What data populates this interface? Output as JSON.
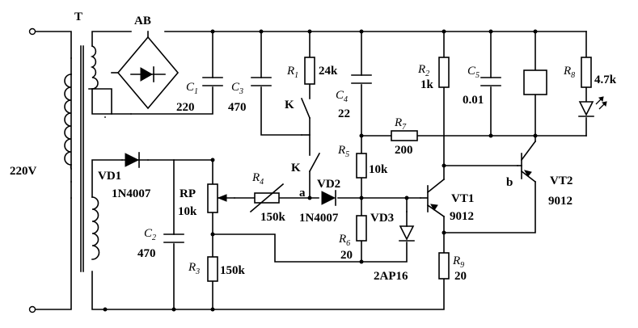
{
  "input_voltage": "220V",
  "transformer": "T",
  "bridge": "AB",
  "components": {
    "C1": {
      "sym": "C",
      "sub": "1",
      "value": "220"
    },
    "C2": {
      "sym": "C",
      "sub": "2",
      "value": "470"
    },
    "C3": {
      "sym": "C",
      "sub": "3",
      "value": "470"
    },
    "C4": {
      "sym": "C",
      "sub": "4",
      "value": "22"
    },
    "C5": {
      "sym": "C",
      "sub": "5",
      "value": "0.01"
    },
    "R1": {
      "sym": "R",
      "sub": "1",
      "value": "24k"
    },
    "R2": {
      "sym": "R",
      "sub": "2",
      "value": "1k"
    },
    "R3": {
      "sym": "R",
      "sub": "3",
      "value": "150k"
    },
    "R4": {
      "sym": "R",
      "sub": "4",
      "value": "150k"
    },
    "R5": {
      "sym": "R",
      "sub": "5",
      "value": "10k"
    },
    "R6": {
      "sym": "R",
      "sub": "6",
      "value": "20"
    },
    "R7": {
      "sym": "R",
      "sub": "7",
      "value": "200"
    },
    "R8": {
      "sym": "R",
      "sub": "8",
      "value": "4.7k"
    },
    "R9": {
      "sym": "R",
      "sub": "9",
      "value": "20"
    },
    "RP": {
      "name": "RP",
      "value": "10k"
    },
    "VD1": {
      "name": "VD1",
      "part": "1N4007"
    },
    "VD2": {
      "name": "VD2",
      "part": "1N4007"
    },
    "VD3": {
      "name": "VD3",
      "part": "2AP16"
    },
    "VT1": {
      "name": "VT1",
      "part": "9012"
    },
    "VT2": {
      "name": "VT2",
      "part": "9012"
    },
    "relay": "K",
    "led": "LED"
  },
  "contacts": {
    "k_upper": "K",
    "k_lower": "K"
  },
  "nodes": {
    "a": "a",
    "b": "b"
  }
}
